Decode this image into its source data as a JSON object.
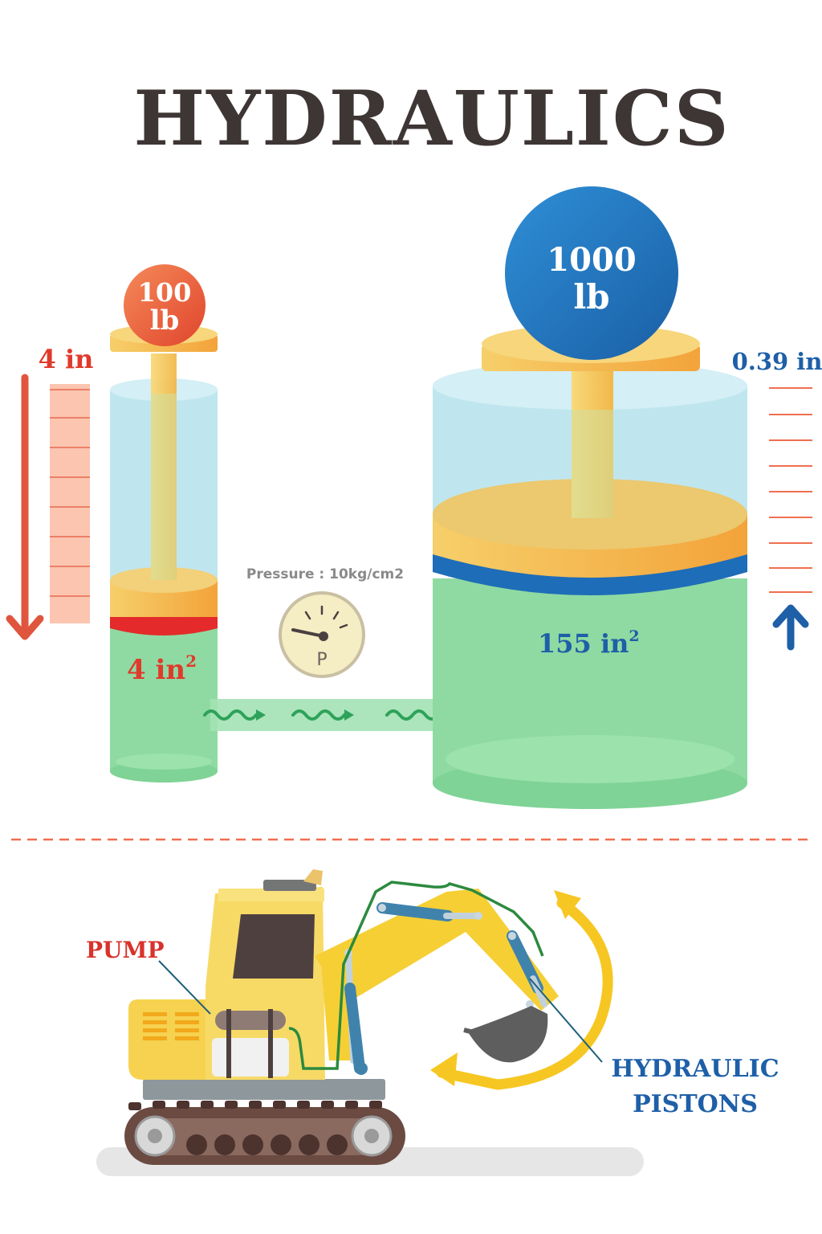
{
  "title": "HYDRAULICS",
  "small_piston": {
    "weight_value": "100",
    "weight_unit": "lb",
    "travel": "4 in",
    "area": "4 in",
    "area_exp": "2"
  },
  "large_piston": {
    "weight_value": "1000",
    "weight_unit": "lb",
    "travel": "0.39 in",
    "area": "155 in",
    "area_exp": "2"
  },
  "pressure_label": "Pressure : 10kg/cm2",
  "gauge_letter": "P",
  "excavator": {
    "pump_label": "PUMP",
    "pistons_label_line1": "HYDRAULIC",
    "pistons_label_line2": "PISTONS"
  },
  "colors": {
    "title": "#3e3535",
    "red": "#e03a2c",
    "blue": "#1e5fa8",
    "fluid_green": "#8ed9a0",
    "fluid_blue": "#b6e4ee",
    "piston_yellow": "#f7c95a",
    "machine_yellow": "#f7d44f"
  }
}
